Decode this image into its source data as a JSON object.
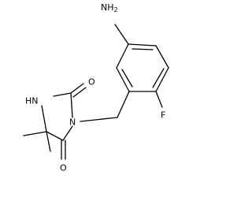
{
  "molecule": {
    "atoms": {
      "amine_n": "NH",
      "amine_n_subscript": "2",
      "fluorine": "F",
      "carbonyl_o_top": "O",
      "carbonyl_o_bottom": "O",
      "ring_nh": "HN",
      "ring_n": "N"
    }
  },
  "colors": {
    "bond": "#000000",
    "label": "#000000",
    "background": "#ffffff"
  }
}
